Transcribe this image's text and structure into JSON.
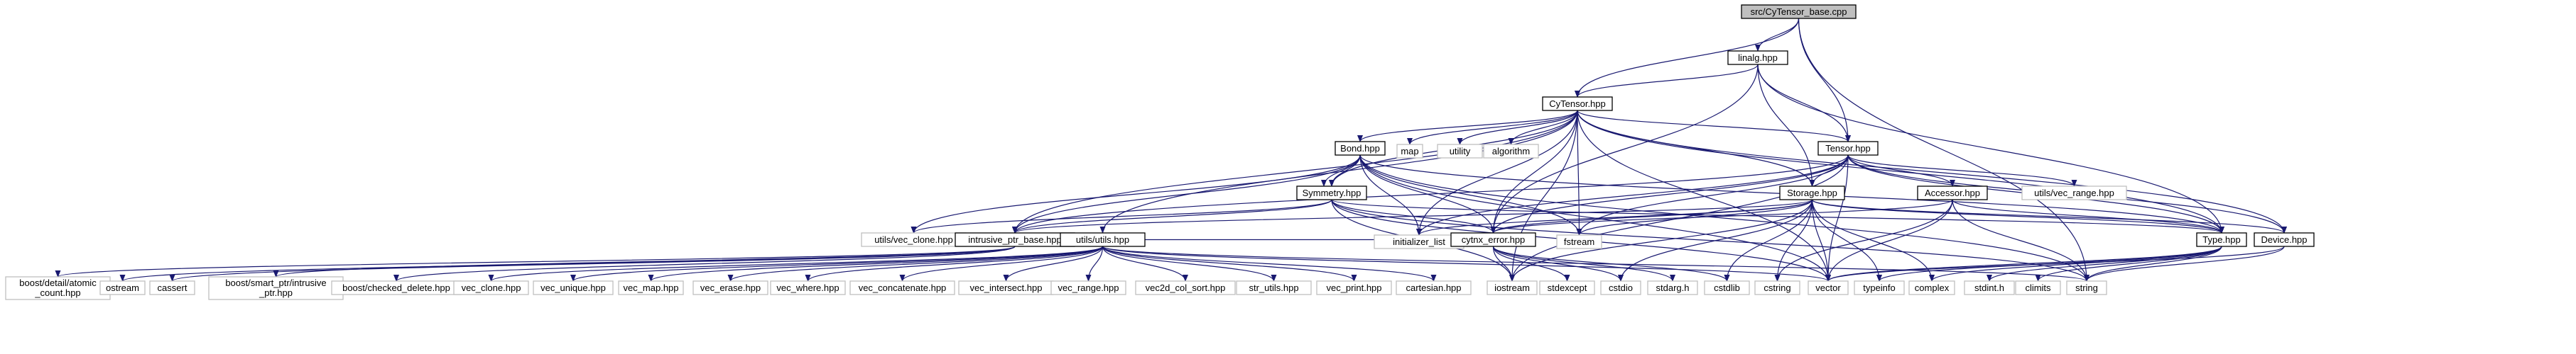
{
  "diagram": {
    "type": "include-dependency-graph",
    "colors": {
      "edge": "#191970",
      "root_fill": "#bfbfbf",
      "internal_fill": "#ffffff",
      "internal_stroke": "#000000",
      "external_fill": "#ffffff",
      "external_stroke": "#bfbfbf"
    },
    "nodes": [
      {
        "id": "root",
        "label": "src/CyTensor_base.cpp",
        "kind": "root"
      },
      {
        "id": "linalg",
        "label": "linalg.hpp",
        "kind": "internal"
      },
      {
        "id": "cytensor",
        "label": "CyTensor.hpp",
        "kind": "internal"
      },
      {
        "id": "bond",
        "label": "Bond.hpp",
        "kind": "internal"
      },
      {
        "id": "map",
        "label": "map",
        "kind": "external"
      },
      {
        "id": "utility",
        "label": "utility",
        "kind": "external"
      },
      {
        "id": "algorithm",
        "label": "algorithm",
        "kind": "external"
      },
      {
        "id": "tensor",
        "label": "Tensor.hpp",
        "kind": "internal"
      },
      {
        "id": "typehpp_ext",
        "label": "Type.hpp",
        "kind": "external"
      },
      {
        "id": "symmetry",
        "label": "Symmetry.hpp",
        "kind": "internal"
      },
      {
        "id": "storage",
        "label": "Storage.hpp",
        "kind": "internal"
      },
      {
        "id": "accessor",
        "label": "Accessor.hpp",
        "kind": "internal"
      },
      {
        "id": "vecrange_ext",
        "label": "utils/vec_range.hpp",
        "kind": "external"
      },
      {
        "id": "vecclone_ext",
        "label": "utils/vec_clone.hpp",
        "kind": "external"
      },
      {
        "id": "intrusive",
        "label": "intrusive_ptr_base.hpp",
        "kind": "internal"
      },
      {
        "id": "initlist",
        "label": "initializer_list",
        "kind": "external"
      },
      {
        "id": "cytnx_error",
        "label": "cytnx_error.hpp",
        "kind": "internal"
      },
      {
        "id": "fstream",
        "label": "fstream",
        "kind": "external"
      },
      {
        "id": "type",
        "label": "Type.hpp",
        "kind": "internal"
      },
      {
        "id": "device",
        "label": "Device.hpp",
        "kind": "internal"
      },
      {
        "id": "utils",
        "label": "utils/utils.hpp",
        "kind": "internal"
      },
      {
        "id": "boost_atomic",
        "label": "boost/detail/atomic\n_count.hpp",
        "kind": "external"
      },
      {
        "id": "ostream",
        "label": "ostream",
        "kind": "external"
      },
      {
        "id": "cassert",
        "label": "cassert",
        "kind": "external"
      },
      {
        "id": "boost_intrusive",
        "label": "boost/smart_ptr/intrusive\n_ptr.hpp",
        "kind": "external"
      },
      {
        "id": "boost_checked",
        "label": "boost/checked_delete.hpp",
        "kind": "external"
      },
      {
        "id": "vec_clone",
        "label": "vec_clone.hpp",
        "kind": "external"
      },
      {
        "id": "vec_unique",
        "label": "vec_unique.hpp",
        "kind": "external"
      },
      {
        "id": "vec_map",
        "label": "vec_map.hpp",
        "kind": "external"
      },
      {
        "id": "vec_erase",
        "label": "vec_erase.hpp",
        "kind": "external"
      },
      {
        "id": "vec_where",
        "label": "vec_where.hpp",
        "kind": "external"
      },
      {
        "id": "vec_concatenate",
        "label": "vec_concatenate.hpp",
        "kind": "external"
      },
      {
        "id": "vec_intersect",
        "label": "vec_intersect.hpp",
        "kind": "external"
      },
      {
        "id": "vec_range",
        "label": "vec_range.hpp",
        "kind": "external"
      },
      {
        "id": "vec2d_col_sort",
        "label": "vec2d_col_sort.hpp",
        "kind": "external"
      },
      {
        "id": "str_utils",
        "label": "str_utils.hpp",
        "kind": "external"
      },
      {
        "id": "vec_print",
        "label": "vec_print.hpp",
        "kind": "external"
      },
      {
        "id": "cartesian",
        "label": "cartesian.hpp",
        "kind": "external"
      },
      {
        "id": "iostream",
        "label": "iostream",
        "kind": "external"
      },
      {
        "id": "stdexcept",
        "label": "stdexcept",
        "kind": "external"
      },
      {
        "id": "cstdio",
        "label": "cstdio",
        "kind": "external"
      },
      {
        "id": "stdarg",
        "label": "stdarg.h",
        "kind": "external"
      },
      {
        "id": "cstdlib",
        "label": "cstdlib",
        "kind": "external"
      },
      {
        "id": "cstring",
        "label": "cstring",
        "kind": "external"
      },
      {
        "id": "vector",
        "label": "vector",
        "kind": "external"
      },
      {
        "id": "typeinfo",
        "label": "typeinfo",
        "kind": "external"
      },
      {
        "id": "complex",
        "label": "complex",
        "kind": "external"
      },
      {
        "id": "stdint",
        "label": "stdint.h",
        "kind": "external"
      },
      {
        "id": "climits",
        "label": "climits",
        "kind": "external"
      },
      {
        "id": "string",
        "label": "string",
        "kind": "external"
      }
    ],
    "edges": [
      [
        "root",
        "linalg"
      ],
      [
        "root",
        "cytensor"
      ],
      [
        "root",
        "tensor"
      ],
      [
        "root",
        "string"
      ],
      [
        "linalg",
        "cytensor"
      ],
      [
        "linalg",
        "tensor"
      ],
      [
        "linalg",
        "storage"
      ],
      [
        "linalg",
        "type"
      ],
      [
        "linalg",
        "cytnx_error"
      ],
      [
        "cytensor",
        "bond"
      ],
      [
        "cytensor",
        "map"
      ],
      [
        "cytensor",
        "utility"
      ],
      [
        "cytensor",
        "algorithm"
      ],
      [
        "cytensor",
        "tensor"
      ],
      [
        "cytensor",
        "symmetry"
      ],
      [
        "cytensor",
        "storage"
      ],
      [
        "cytensor",
        "intrusive"
      ],
      [
        "cytensor",
        "initlist"
      ],
      [
        "cytensor",
        "cytnx_error"
      ],
      [
        "cytensor",
        "fstream"
      ],
      [
        "cytensor",
        "type"
      ],
      [
        "cytensor",
        "device"
      ],
      [
        "cytensor",
        "utils"
      ],
      [
        "cytensor",
        "vector"
      ],
      [
        "cytensor",
        "iostream"
      ],
      [
        "bond",
        "typehpp_ext"
      ],
      [
        "bond",
        "symmetry"
      ],
      [
        "bond",
        "vecclone_ext"
      ],
      [
        "bond",
        "intrusive"
      ],
      [
        "bond",
        "initlist"
      ],
      [
        "bond",
        "cytnx_error"
      ],
      [
        "bond",
        "fstream"
      ],
      [
        "bond",
        "type"
      ],
      [
        "bond",
        "vector"
      ],
      [
        "bond",
        "string"
      ],
      [
        "tensor",
        "vecrange_ext"
      ],
      [
        "tensor",
        "accessor"
      ],
      [
        "tensor",
        "storage"
      ],
      [
        "tensor",
        "type"
      ],
      [
        "tensor",
        "device"
      ],
      [
        "tensor",
        "intrusive"
      ],
      [
        "tensor",
        "initlist"
      ],
      [
        "tensor",
        "cytnx_error"
      ],
      [
        "tensor",
        "fstream"
      ],
      [
        "tensor",
        "vector"
      ],
      [
        "tensor",
        "iostream"
      ],
      [
        "symmetry",
        "vecclone_ext"
      ],
      [
        "symmetry",
        "intrusive"
      ],
      [
        "symmetry",
        "cytnx_error"
      ],
      [
        "symmetry",
        "type"
      ],
      [
        "symmetry",
        "vector"
      ],
      [
        "symmetry",
        "string"
      ],
      [
        "symmetry",
        "iostream"
      ],
      [
        "storage",
        "intrusive"
      ],
      [
        "storage",
        "initlist"
      ],
      [
        "storage",
        "cytnx_error"
      ],
      [
        "storage",
        "fstream"
      ],
      [
        "storage",
        "type"
      ],
      [
        "storage",
        "device"
      ],
      [
        "storage",
        "iostream"
      ],
      [
        "storage",
        "cstdio"
      ],
      [
        "storage",
        "cstdlib"
      ],
      [
        "storage",
        "cstring"
      ],
      [
        "storage",
        "vector"
      ],
      [
        "storage",
        "complex"
      ],
      [
        "storage",
        "typeinfo"
      ],
      [
        "accessor",
        "type"
      ],
      [
        "accessor",
        "cytnx_error"
      ],
      [
        "accessor",
        "vector"
      ],
      [
        "accessor",
        "string"
      ],
      [
        "accessor",
        "cstring"
      ],
      [
        "intrusive",
        "boost_atomic"
      ],
      [
        "intrusive",
        "ostream"
      ],
      [
        "intrusive",
        "cassert"
      ],
      [
        "intrusive",
        "boost_intrusive"
      ],
      [
        "intrusive",
        "boost_checked"
      ],
      [
        "cytnx_error",
        "iostream"
      ],
      [
        "cytnx_error",
        "stdexcept"
      ],
      [
        "cytnx_error",
        "cstdio"
      ],
      [
        "cytnx_error",
        "stdarg"
      ],
      [
        "cytnx_error",
        "cstdlib"
      ],
      [
        "type",
        "typeinfo"
      ],
      [
        "type",
        "complex"
      ],
      [
        "type",
        "stdint"
      ],
      [
        "type",
        "climits"
      ],
      [
        "type",
        "string"
      ],
      [
        "type",
        "vector"
      ],
      [
        "device",
        "string"
      ],
      [
        "device",
        "vector"
      ],
      [
        "utils",
        "vec_clone"
      ],
      [
        "utils",
        "vec_unique"
      ],
      [
        "utils",
        "vec_map"
      ],
      [
        "utils",
        "vec_erase"
      ],
      [
        "utils",
        "vec_where"
      ],
      [
        "utils",
        "vec_concatenate"
      ],
      [
        "utils",
        "vec_intersect"
      ],
      [
        "utils",
        "vec_range"
      ],
      [
        "utils",
        "vec2d_col_sort"
      ],
      [
        "utils",
        "str_utils"
      ],
      [
        "utils",
        "vec_print"
      ],
      [
        "utils",
        "cartesian"
      ],
      [
        "utils",
        "cytnx_error"
      ],
      [
        "utils",
        "vector"
      ],
      [
        "utils",
        "string"
      ]
    ]
  }
}
